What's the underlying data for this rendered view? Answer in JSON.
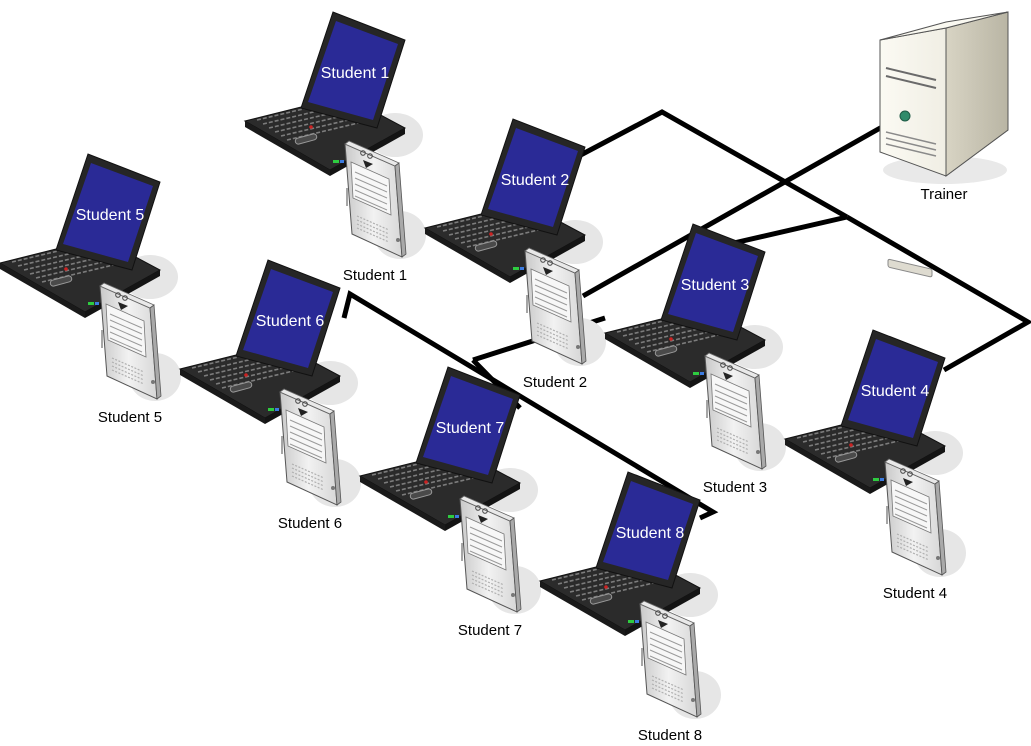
{
  "server": {
    "label": "Trainer",
    "icon": "server-tower-icon"
  },
  "stations": [
    {
      "id": 1,
      "screen_label": "Student 1",
      "device_label": "Student 1"
    },
    {
      "id": 2,
      "screen_label": "Student 2",
      "device_label": "Student 2"
    },
    {
      "id": 3,
      "screen_label": "Student 3",
      "device_label": "Student 3"
    },
    {
      "id": 4,
      "screen_label": "Student 4",
      "device_label": "Student 4"
    },
    {
      "id": 5,
      "screen_label": "Student 5",
      "device_label": "Student 5"
    },
    {
      "id": 6,
      "screen_label": "Student 6",
      "device_label": "Student 6"
    },
    {
      "id": 7,
      "screen_label": "Student 7",
      "device_label": "Student 7"
    },
    {
      "id": 8,
      "screen_label": "Student 8",
      "device_label": "Student 8"
    }
  ],
  "icons": {
    "laptop": "laptop-icon",
    "ereader": "ereader-icon"
  },
  "colors": {
    "screen": "#2a2a96",
    "laptop_body": "#2b2b2b",
    "cable": "#000000",
    "server_body": "#f2f0e6"
  }
}
